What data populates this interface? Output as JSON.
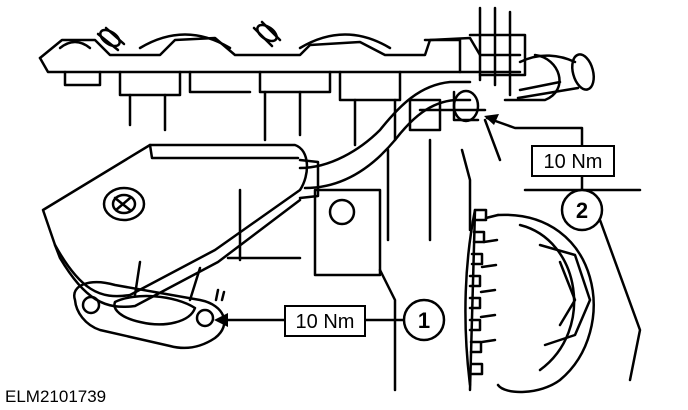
{
  "callouts": [
    {
      "number": "1",
      "torque": "10 Nm"
    },
    {
      "number": "2",
      "torque": "10 Nm"
    }
  ],
  "figure_ref": "ELM2101739"
}
